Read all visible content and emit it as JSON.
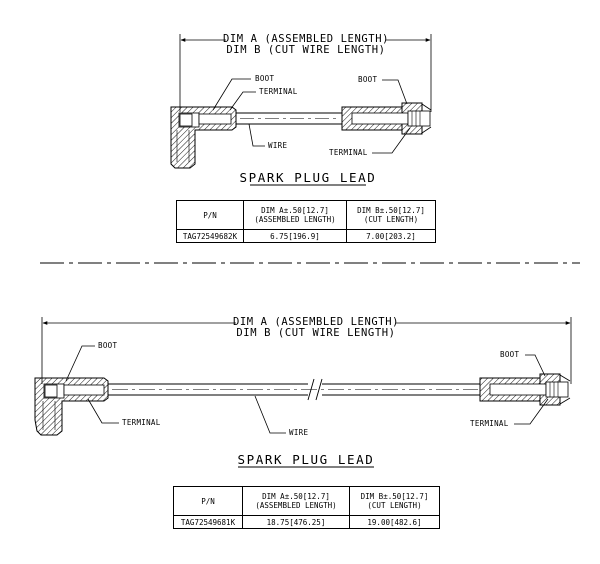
{
  "drawing_1": {
    "dim_a_label": "DIM A (ASSEMBLED LENGTH)",
    "dim_b_label": "DIM B (CUT WIRE LENGTH)",
    "boot_left": "BOOT",
    "terminal_left": "TERMINAL",
    "wire": "WIRE",
    "boot_right": "BOOT",
    "terminal_right": "TERMINAL",
    "title": "SPARK PLUG LEAD",
    "table": {
      "col_pn": "P/N",
      "col_a_1": "DIM A±.50[12.7]",
      "col_a_2": "(ASSEMBLED LENGTH)",
      "col_b_1": "DIM B±.50[12.7]",
      "col_b_2": "(CUT LENGTH)",
      "row_pn": "TAG72549682K",
      "row_a": "6.75[196.9]",
      "row_b": "7.00[203.2]"
    }
  },
  "drawing_2": {
    "dim_a_label": "DIM A (ASSEMBLED LENGTH)",
    "dim_b_label": "DIM B (CUT WIRE LENGTH)",
    "boot_left": "BOOT",
    "terminal_left": "TERMINAL",
    "wire": "WIRE",
    "boot_right": "BOOT",
    "terminal_right": "TERMINAL",
    "title": "SPARK PLUG LEAD",
    "table": {
      "col_pn": "P/N",
      "col_a_1": "DIM A±.50[12.7]",
      "col_a_2": "(ASSEMBLED LENGTH)",
      "col_b_1": "DIM B±.50[12.7]",
      "col_b_2": "(CUT LENGTH)",
      "row_pn": "TAG72549681K",
      "row_a": "18.75[476.25]",
      "row_b": "19.00[482.6]"
    }
  }
}
